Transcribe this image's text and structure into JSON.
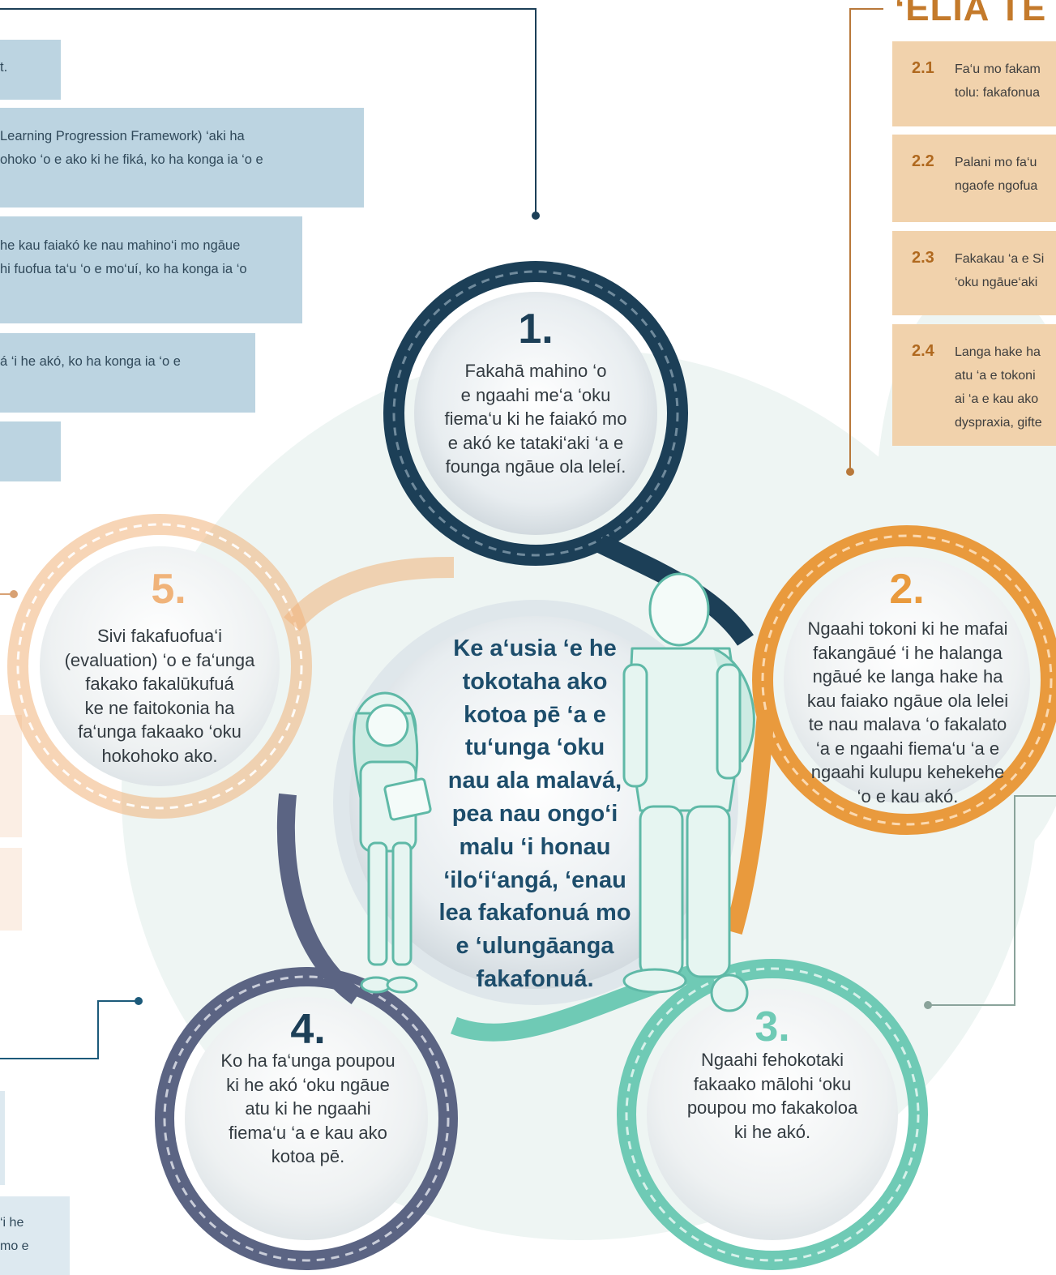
{
  "left_boxes": [
    {
      "lines": [
        "t."
      ]
    },
    {
      "lines": [
        "Learning Progression Framework) ‘aki ha",
        "ohoko ‘o e ako ki he fiká, ko ha konga ia ‘o e"
      ]
    },
    {
      "lines": [
        "he kau faiakó ke nau mahino‘i mo ngāue",
        "hi fuofua ta‘u ‘o e mo‘uí, ko ha konga ia ‘o"
      ]
    },
    {
      "lines": [
        "á ‘i he akó, ko ha konga ia ‘o e"
      ]
    },
    {
      "lines": [
        ""
      ]
    }
  ],
  "bottom_left_box": {
    "lines": [
      "‘i he",
      "mo e"
    ]
  },
  "section_title": "‘ELIA TE",
  "right_boxes": [
    {
      "number": "2.1",
      "lines": [
        "Fa‘u mo fakam",
        "tolu: fakafonua"
      ]
    },
    {
      "number": "2.2",
      "lines": [
        "Palani mo fa‘u",
        "ngaofe ngofua"
      ]
    },
    {
      "number": "2.3",
      "lines": [
        "Fakakau ‘a e Si",
        "‘oku ngāue‘aki"
      ]
    },
    {
      "number": "2.4",
      "lines": [
        "Langa hake ha",
        "atu ‘a e tokoni",
        "ai ‘a e kau ako",
        "dyspraxia, gifte"
      ]
    }
  ],
  "circles": [
    {
      "number": "1.",
      "color": "#1c3f57",
      "lines": [
        "Fakahā mahino ‘o",
        "e ngaahi me‘a ‘oku",
        "fiema‘u ki he faiakó mo",
        "e akó ke tataki‘aki ‘a e",
        "founga ngāue ola leleí."
      ]
    },
    {
      "number": "2.",
      "color": "#e99a3d",
      "lines": [
        "Ngaahi tokoni ki he mafai",
        "fakangāué ‘i he halanga",
        "ngāué ke langa hake ha",
        "kau faiako ngāue ola lelei",
        "te nau malava ‘o fakalato",
        "‘a e ngaahi fiema‘u ‘a e",
        "ngaahi kulupu kehekehe",
        "‘o e kau akó."
      ]
    },
    {
      "number": "3.",
      "color": "#6fcab5",
      "lines": [
        "Ngaahi fehokotaki",
        "fakaako mālohi ‘oku",
        "poupou mo fakakoloa",
        "ki he akó."
      ]
    },
    {
      "number": "4.",
      "color": "#1c3f57",
      "lines": [
        "Ko ha fa‘unga poupou",
        "ki he akó ‘oku ngāue",
        "atu ki he ngaahi",
        "fiema‘u ‘a e kau ako",
        "kotoa pē."
      ]
    },
    {
      "number": "5.",
      "color": "#f0b37a",
      "lines": [
        "Sivi fakafuofua‘i",
        "(evaluation) ‘o e fa‘unga",
        "fakako fakalūkufuá",
        "ke ne faitokonia ha",
        "fa‘unga fakaako ‘oku",
        "hokohoko ako."
      ]
    }
  ],
  "center": {
    "lines": [
      "Ke a‘usia ‘e he",
      "tokotaha ako",
      "kotoa pē ‘a e",
      "tu‘unga ‘oku",
      "nau ala malavá,",
      "pea nau ongo‘i",
      "malu ‘i honau",
      "‘ilo‘i‘angá, ‘enau",
      "lea fakafonuá mo",
      "e ‘ulungāanga",
      "fakafonuá."
    ]
  },
  "colors": {
    "navy": "#1c3f57",
    "orange": "#e99a3d",
    "peach": "#f0b37a",
    "teal": "#6fcab5",
    "slate": "#5b6483",
    "blue_box": "#bcd4e1",
    "tan_box": "#f1d2ac"
  }
}
